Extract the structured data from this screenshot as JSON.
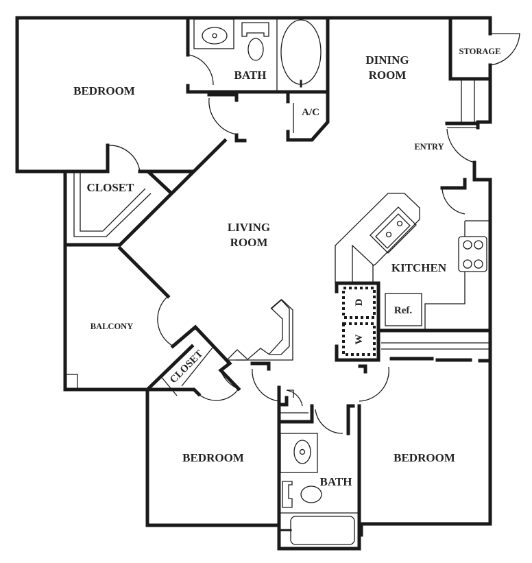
{
  "floor_plan": {
    "rooms": [
      {
        "id": "bedroom-1",
        "label": "BEDROOM"
      },
      {
        "id": "bath-1",
        "label": "BATH"
      },
      {
        "id": "dining",
        "label_line1": "DINING",
        "label_line2": "ROOM"
      },
      {
        "id": "storage",
        "label": "STORAGE"
      },
      {
        "id": "ac",
        "label": "A/C"
      },
      {
        "id": "entry",
        "label": "ENTRY"
      },
      {
        "id": "closet-1",
        "label": "CLOSET"
      },
      {
        "id": "living",
        "label_line1": "LIVING",
        "label_line2": "ROOM"
      },
      {
        "id": "kitchen",
        "label": "KITCHEN"
      },
      {
        "id": "balcony",
        "label": "BALCONY"
      },
      {
        "id": "closet-2",
        "label": "CLOSET"
      },
      {
        "id": "bedroom-2",
        "label": "BEDROOM"
      },
      {
        "id": "bath-2",
        "label": "BATH"
      },
      {
        "id": "bedroom-3",
        "label": "BEDROOM"
      }
    ],
    "appliances": {
      "refrigerator": "Ref.",
      "dryer": "D",
      "washer": "W"
    },
    "colors": {
      "wall": "#1a1a1a",
      "background": "#ffffff"
    }
  }
}
